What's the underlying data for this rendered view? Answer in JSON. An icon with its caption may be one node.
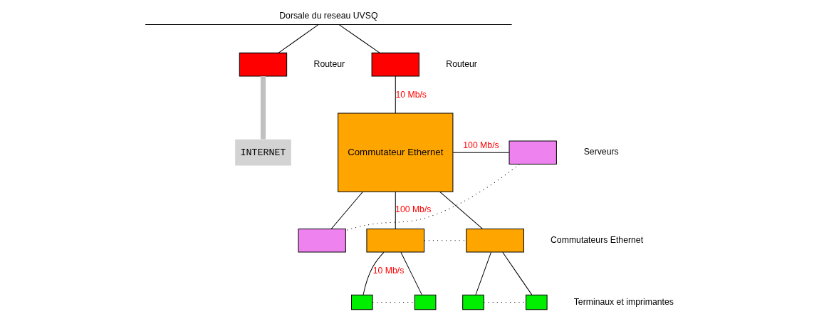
{
  "diagram": {
    "nodes": [
      {
        "text": [
          "Dorsale du reseau UVSQ"
        ]
      },
      {
        "text": [],
        "shape": "box",
        "beside": [
          "Routeur"
        ]
      },
      {
        "text": [],
        "shape": "box",
        "beside": [
          "Routeur"
        ]
      },
      {
        "text": [
          "Commutateur Ethernet"
        ]
      },
      {
        "text": [],
        "shape": "box",
        "beside": [
          "Serveurs"
        ]
      },
      {
        "text": [],
        "shape": "box"
      },
      {
        "text": [],
        "shape": "box"
      },
      {
        "text": [],
        "shape": "box",
        "beside": [
          "Commutateurs Ethernet"
        ]
      },
      {
        "text": [],
        "shape": "box"
      },
      {
        "text": [],
        "shape": "box"
      },
      {
        "text": [],
        "shape": "box"
      },
      {
        "text": [],
        "shape": "box",
        "beside": [
          "Terminaux et imprimantes"
        ]
      },
      {
        "text": [
          "INTERNET"
        ]
      }
    ],
    "edges": [
      {
        "from": 0,
        "to": 1,
        "arrow": "none"
      },
      {
        "from": 0,
        "to": 2,
        "arrow": "none"
      },
      {
        "from": 1,
        "to": 12,
        "arrow": "none",
        "style": "thick",
        "color": "#c0c0c0"
      },
      {
        "from": 2,
        "to": 3,
        "arrow": "none",
        "label": "10 Mb/s"
      },
      {
        "from": 3,
        "to": 4,
        "arrow": "none",
        "label": "100 Mb/s"
      },
      {
        "from": 3,
        "to": 5,
        "arrow": "none"
      },
      {
        "from": 4,
        "to": 5,
        "arrow": "none",
        "style": "dashed"
      },
      {
        "from": 3,
        "to": 6,
        "arrow": "none",
        "label": "100 Mb/s"
      },
      {
        "from": 3,
        "to": 7,
        "arrow": "none"
      },
      {
        "from": 6,
        "to": 7,
        "arrow": "none",
        "style": "dashed"
      },
      {
        "from": 6,
        "to": 8,
        "arrow": "none",
        "label": "10 Mb/s"
      },
      {
        "from": 6,
        "to": 9,
        "arrow": "none"
      },
      {
        "from": 8,
        "to": 9,
        "arrow": "none",
        "style": "dashed"
      },
      {
        "from": 7,
        "to": 10,
        "arrow": "none"
      },
      {
        "from": 7,
        "to": 11,
        "arrow": "none"
      },
      {
        "from": 10,
        "to": 11,
        "arrow": "none",
        "style": "dashed"
      }
    ]
  }
}
